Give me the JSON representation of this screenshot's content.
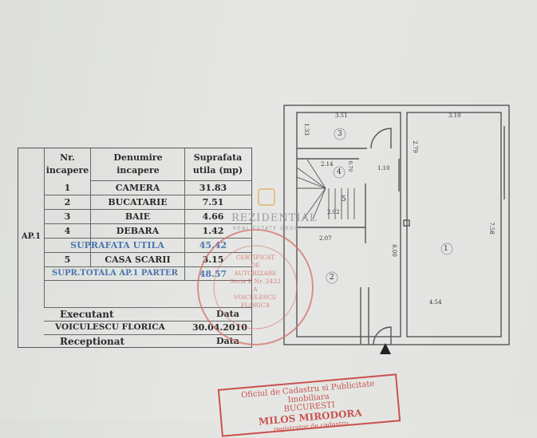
{
  "table": {
    "group_label": "AP.1",
    "headers": {
      "nr": "Nr. incapere",
      "name": "Denumire incapere",
      "area": "Suprafata utila (mp)"
    },
    "rows": [
      {
        "nr": "1",
        "name": "CAMERA",
        "area": "31.83"
      },
      {
        "nr": "2",
        "name": "BUCATARIE",
        "area": "7.51"
      },
      {
        "nr": "3",
        "name": "BAIE",
        "area": "4.66"
      },
      {
        "nr": "4",
        "name": "DEBARA",
        "area": "1.42"
      }
    ],
    "subtotal": {
      "label": "SUPRAFATA UTILA",
      "area": "45.42"
    },
    "row5": {
      "nr": "5",
      "name": "CASA SCARII",
      "area": "3.15"
    },
    "total": {
      "label": "SUPR.TOTALA AP.1 PARTER",
      "area": "48.57"
    },
    "executant_label": "Executant",
    "executant_date_label": "Data",
    "executant_name": "VOICULESCU FLORICA",
    "executant_date": "30.04.2010",
    "receptionat_label": "Receptionat",
    "receptionat_date_label": "Data"
  },
  "plan": {
    "room_numbers": [
      "1",
      "2",
      "3",
      "4",
      "5"
    ],
    "dimensions": {
      "top_left": "3.51",
      "top_right": "3.10",
      "left_short": "1.33",
      "mid_vertical": "2.79",
      "stair_width": "2.14",
      "closet": "1.10",
      "closet_small": "0.70",
      "stair_len": "2.02",
      "kitchen_width": "2.07",
      "center_height": "6.00",
      "right_height": "7.58",
      "bottom_width": "4.54"
    }
  },
  "watermark": {
    "brand": "REZIDENTIAL",
    "tagline": "REAL ESTATE GROUP"
  },
  "round_stamp": {
    "lines": [
      "CERTIFICAT",
      "DE",
      "AUTORIZARE",
      "Seria B Nr. 2432",
      "A",
      "VOICULESCU",
      "FLORICA"
    ]
  },
  "rect_stamp": {
    "lines": [
      "Oficiul de Cadastru si Publicitate Imobiliara",
      "BUCURESTI",
      "MILOS MIRODORA",
      "registrator de cadastru"
    ]
  },
  "colors": {
    "ink": "#2a2a2a",
    "blue_ink": "#4a76b0",
    "stamp_red": "#c9534f",
    "paper": "#e4e5e2"
  }
}
